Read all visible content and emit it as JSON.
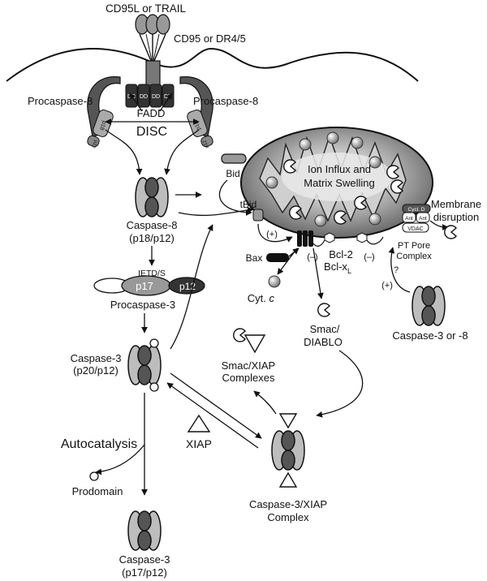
{
  "receptor": {
    "ligand": "CD95L or TRAIL",
    "receptor": "CD95 or DR4/5",
    "procaspase8_left": "Procaspase-8",
    "procaspase8_right": "Procaspase-8",
    "fadd": "FADD",
    "disc": "DISC",
    "dd": "DD",
    "ded": "DED",
    "p18": "p18",
    "p12": "p12"
  },
  "caspase8": {
    "name": "Caspase-8",
    "sub": "(p18/p12)"
  },
  "procaspase3": {
    "cleave": "IETD/S",
    "p17": "p17",
    "p12": "p12",
    "name": "Procaspase-3"
  },
  "caspase3a": {
    "name": "Caspase-3",
    "sub": "(p20/p12)"
  },
  "autocatalysis": "Autocatalysis",
  "prodomain": "Prodomain",
  "caspase3b": {
    "name": "Caspase-3",
    "sub": "(p17/p12)"
  },
  "xiap": "XIAP",
  "smac_xiap": {
    "l1": "Smac/XIAP",
    "l2": "Complexes"
  },
  "c3xiap": {
    "l1": "Caspase-3/XIAP",
    "l2": "Complex"
  },
  "mito": {
    "bid": "Bid",
    "tbid": "tBid",
    "ion1": "Ion Influx and",
    "ion2": "Matrix Swelling",
    "plus1": "(+)",
    "bax": "Bax",
    "minus1": "(–)",
    "minus2": "(–)",
    "bcl2": "Bcl-2",
    "bclxl": "Bcl-x",
    "bclxl_sub": "L",
    "cytc": "Cyt.",
    "cytc_i": "c",
    "smac1": "Smac/",
    "smac2": "DIABLO",
    "membrane1": "Membrane",
    "membrane2": "disruption",
    "pt1": "PT Pore",
    "pt2": "Complex",
    "cycd": "Cycl. D",
    "ant1": "Ant",
    "ant2": "Ant",
    "vdac": "VDAC",
    "q": "?",
    "plus2": "(+)",
    "casp38": "Caspase-3 or -8"
  }
}
